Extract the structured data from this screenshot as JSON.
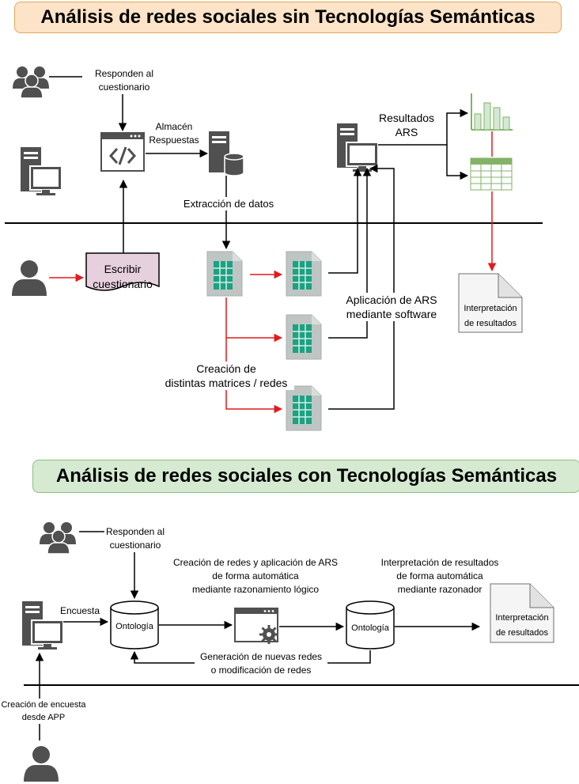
{
  "titles": {
    "without": "Análisis de redes sociales sin Tecnologías Semánticas",
    "with": "Análisis de redes sociales con Tecnologías Semánticas"
  },
  "top": {
    "respond_line1": "Responden al",
    "respond_line2": "cuestionario",
    "store_line1": "Almacén",
    "store_line2": "Respuestas",
    "extract": "Extracción de datos",
    "write_line1": "Escribir",
    "write_line2": "cuestionario",
    "results_line1": "Resultados",
    "results_line2": "ARS",
    "apply_line1": "Aplicación de ARS",
    "apply_line2": "mediante software",
    "create_line1": "Creación de",
    "create_line2": "distintas matrices / redes",
    "interp_line1": "Interpretación",
    "interp_line2": "de resultados"
  },
  "bottom": {
    "respond_line1": "Responden al",
    "respond_line2": "cuestionario",
    "survey": "Encuesta",
    "ontology_a": "Ontología",
    "ontology_b": "Ontología",
    "auto_line1": "Creación de redes y aplicación de ARS",
    "auto_line2": "de forma automática",
    "auto_line3": "mediante razonamiento lógico",
    "reasoner_line1": "Interpretación de resultados",
    "reasoner_line2": "de forma automática",
    "reasoner_line3": "mediante razonador",
    "newnet_line1": "Generación de nuevas redes",
    "newnet_line2": "o modificación de redes",
    "interp_line1": "Interpretación",
    "interp_line2": "de resultados",
    "create_survey_line1": "Creación de encuesta",
    "create_survey_line2": "desde APP"
  },
  "icons": [
    "users-icon",
    "user-icon",
    "server-computer-icon",
    "web-code-icon",
    "database-server-icon",
    "spreadsheet-icon",
    "bar-chart-icon",
    "table-icon",
    "document-icon",
    "ontology-cylinder-icon",
    "web-settings-icon"
  ],
  "colors": {
    "black_arrow": "#000000",
    "red_arrow": "#e31a1c",
    "title1_fill": "#fde3c7",
    "title2_fill": "#d5ead1",
    "questionnaire_fill": "#e6d0de",
    "sheet_green": "#1ea082"
  }
}
